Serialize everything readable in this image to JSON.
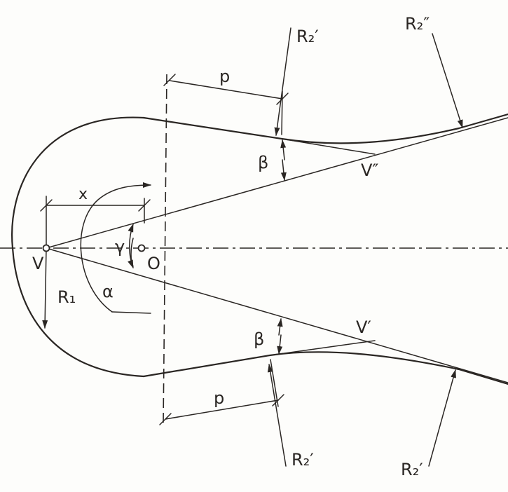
{
  "labels": {
    "R2_prime_top": "R₂′",
    "R2_dprime_top": "R₂″",
    "p_top": "p",
    "beta_top": "β",
    "V_dprime": "V″",
    "x": "x",
    "gamma": "γ",
    "V": "V",
    "O": "O",
    "R1": "R₁",
    "alpha": "α",
    "beta_bottom": "β",
    "V_prime": "V′",
    "p_bottom": "p",
    "R2_prime_bottom_mid": "R₂′",
    "R2_prime_bottom_right": "R₂′"
  }
}
